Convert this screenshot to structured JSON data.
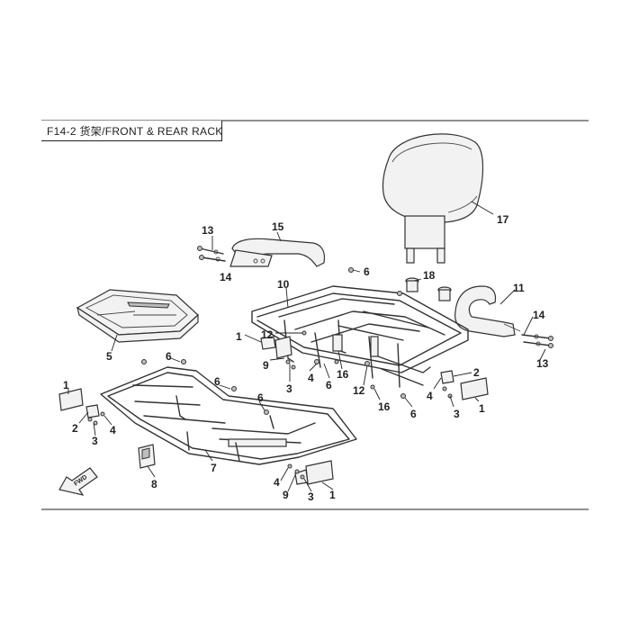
{
  "header": {
    "title": "F14-2 货架/FRONT & REAR RACK"
  },
  "fwd_label": "FWD",
  "callouts": [
    {
      "id": "c17a",
      "text": "17"
    },
    {
      "id": "c13a",
      "text": "13"
    },
    {
      "id": "c15",
      "text": "15"
    },
    {
      "id": "c14a",
      "text": "14"
    },
    {
      "id": "c6a",
      "text": "6"
    },
    {
      "id": "c18",
      "text": "18"
    },
    {
      "id": "c11",
      "text": "11"
    },
    {
      "id": "c10",
      "text": "10"
    },
    {
      "id": "c14b",
      "text": "14"
    },
    {
      "id": "c13b",
      "text": "13"
    },
    {
      "id": "c5",
      "text": "5"
    },
    {
      "id": "c1a",
      "text": "1"
    },
    {
      "id": "c12a",
      "text": "12"
    },
    {
      "id": "c9a",
      "text": "9"
    },
    {
      "id": "c3a",
      "text": "3"
    },
    {
      "id": "c4a",
      "text": "4"
    },
    {
      "id": "c6b",
      "text": "6"
    },
    {
      "id": "c16a",
      "text": "16"
    },
    {
      "id": "c2a",
      "text": "2"
    },
    {
      "id": "c12b",
      "text": "12"
    },
    {
      "id": "c4b",
      "text": "4"
    },
    {
      "id": "c16b",
      "text": "16"
    },
    {
      "id": "c6c",
      "text": "6"
    },
    {
      "id": "c3b",
      "text": "3"
    },
    {
      "id": "c1b",
      "text": "1"
    },
    {
      "id": "c6d",
      "text": "6"
    },
    {
      "id": "c1c",
      "text": "1"
    },
    {
      "id": "c2b",
      "text": "2"
    },
    {
      "id": "c4c",
      "text": "4"
    },
    {
      "id": "c3c",
      "text": "3"
    },
    {
      "id": "c6e",
      "text": "6"
    },
    {
      "id": "c6f",
      "text": "6"
    },
    {
      "id": "c7",
      "text": "7"
    },
    {
      "id": "c8",
      "text": "8"
    },
    {
      "id": "c4d",
      "text": "4"
    },
    {
      "id": "c9b",
      "text": "9"
    },
    {
      "id": "c3d",
      "text": "3"
    },
    {
      "id": "c1d",
      "text": "1"
    }
  ]
}
